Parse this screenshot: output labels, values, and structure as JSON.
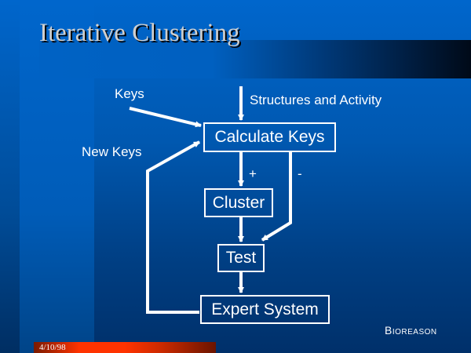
{
  "slide": {
    "title": "Iterative Clustering",
    "brand": "Bioreason",
    "date": "4/10/98"
  },
  "diagram": {
    "nodes": {
      "calculate_keys": "Calculate Keys",
      "cluster": "Cluster",
      "test": "Test",
      "expert_system": "Expert System"
    },
    "labels": {
      "keys": "Keys",
      "structures": "Structures and Activity",
      "new_keys": "New Keys",
      "plus": "+",
      "minus": "-"
    }
  },
  "colors": {
    "background": "#0066cc",
    "date_bar": "#ff3300",
    "text": "#ffffff",
    "title": "#cfcfcf"
  }
}
